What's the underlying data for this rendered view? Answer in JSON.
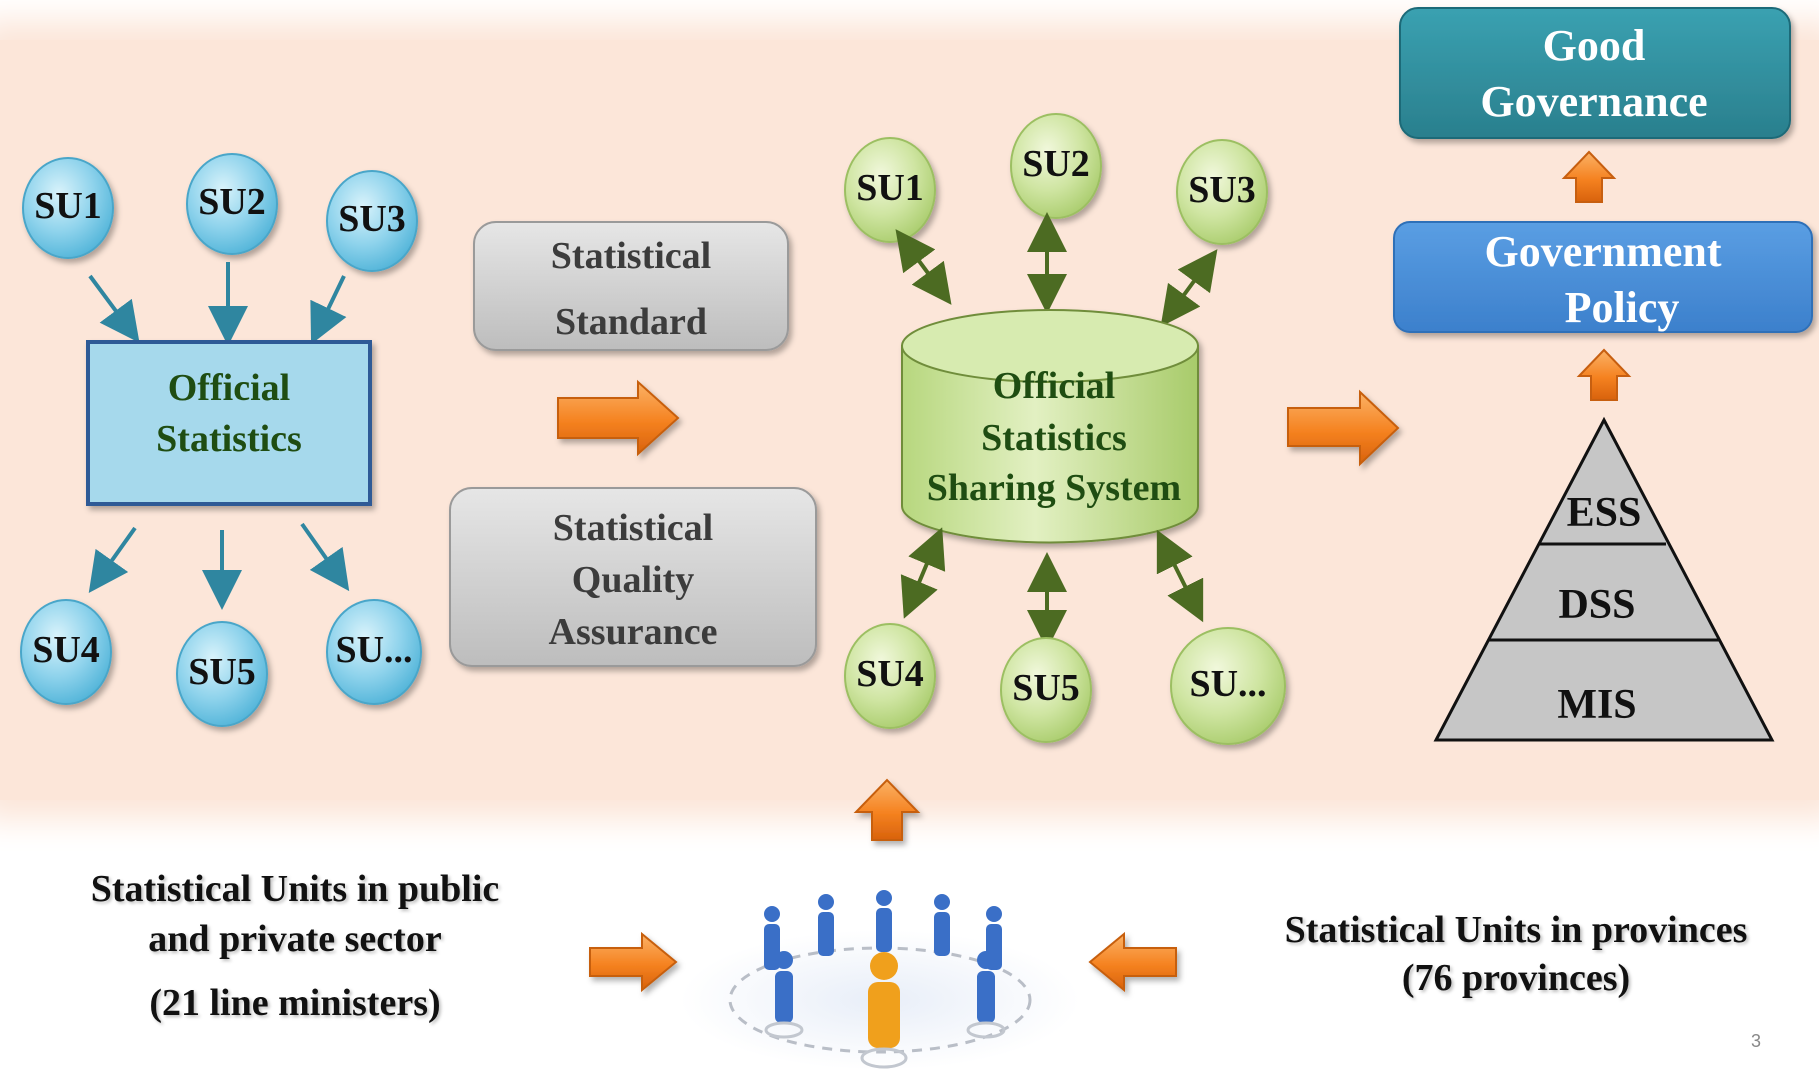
{
  "left_cluster": {
    "top_units": [
      "SU1",
      "SU2",
      "SU3"
    ],
    "bottom_units": [
      "SU4",
      "SU5",
      "SU..."
    ],
    "center": {
      "line1": "Official",
      "line2": "Statistics"
    }
  },
  "middle_boxes": {
    "standard": {
      "line1": "Statistical",
      "line2": "Standard"
    },
    "quality": {
      "line1": "Statistical",
      "line2": "Quality",
      "line3": "Assurance"
    }
  },
  "sharing_cluster": {
    "top_units": [
      "SU1",
      "SU2",
      "SU3"
    ],
    "bottom_units": [
      "SU4",
      "SU5",
      "SU..."
    ],
    "database": {
      "line1": "Official",
      "line2": "Statistics",
      "line3": "Sharing System"
    }
  },
  "right_column": {
    "good_governance": {
      "line1": "Good",
      "line2": "Governance"
    },
    "government_policy": {
      "line1": "Government",
      "line2": "Policy"
    },
    "pyramid": {
      "top": "ESS",
      "middle": "DSS",
      "bottom": "MIS"
    }
  },
  "bottom_row": {
    "left": {
      "line1": "Statistical Units in public",
      "line2": "and private sector",
      "line3": "(21 line ministers)"
    },
    "right": {
      "line1": "Statistical Units in provinces",
      "line2": "(76 provinces)"
    }
  },
  "slide_number": "3",
  "colors": {
    "band": "#fce6d9",
    "blue_unit": "#8fd3ec",
    "green_unit": "#cfe5a2",
    "orange_arrow": "#f58220",
    "teal_box": "#2f8e9e",
    "policy_box": "#4a90d9",
    "gray_box": "#c8c8c8"
  }
}
